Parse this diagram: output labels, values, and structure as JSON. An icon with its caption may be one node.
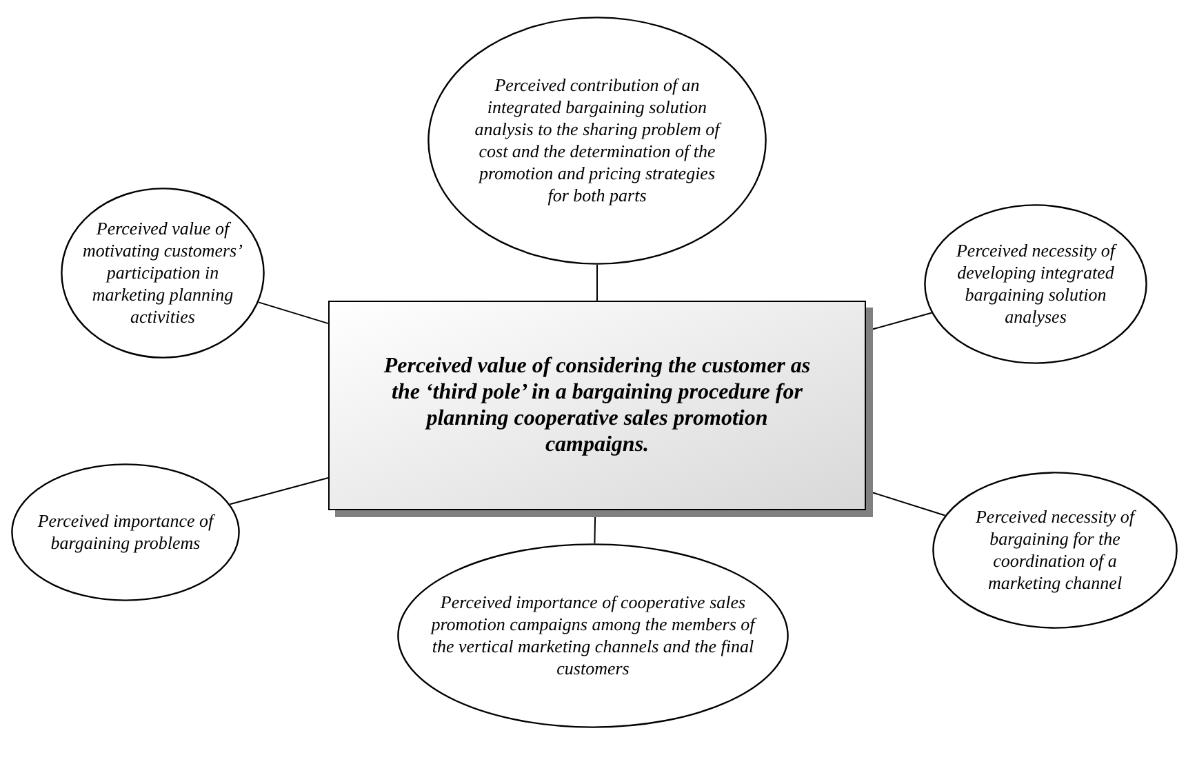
{
  "diagram": {
    "nodes": [
      {
        "text": [
          "Perceived contribution of an integrated bargaining solution analysis to the sharing problem of cost and the determination of the promotion and pricing strategies for both parts"
        ]
      },
      {
        "text": [
          "Perceived value of motivating customers’ participation in marketing planning activities"
        ]
      },
      {
        "text": [
          "Perceived necessity of developing integrated bargaining solution analyses"
        ]
      },
      {
        "text": [
          "Perceived value of considering the customer as the ‘third pole’ in a bargaining procedure for planning cooperative sales promotion campaigns."
        ]
      },
      {
        "text": [
          "Perceived importance of bargaining problems"
        ]
      },
      {
        "text": [
          "Perceived necessity of bargaining for the coordination of a marketing channel"
        ]
      },
      {
        "text": [
          "Perceived importance of cooperative sales promotion campaigns among the members of the vertical marketing channels and the final customers"
        ]
      }
    ],
    "edges": [
      {
        "from": 3,
        "to": 0,
        "arrow": "none"
      },
      {
        "from": 3,
        "to": 1,
        "arrow": "none"
      },
      {
        "from": 3,
        "to": 2,
        "arrow": "none"
      },
      {
        "from": 3,
        "to": 4,
        "arrow": "none"
      },
      {
        "from": 3,
        "to": 5,
        "arrow": "none"
      },
      {
        "from": 3,
        "to": 6,
        "arrow": "none"
      }
    ]
  }
}
